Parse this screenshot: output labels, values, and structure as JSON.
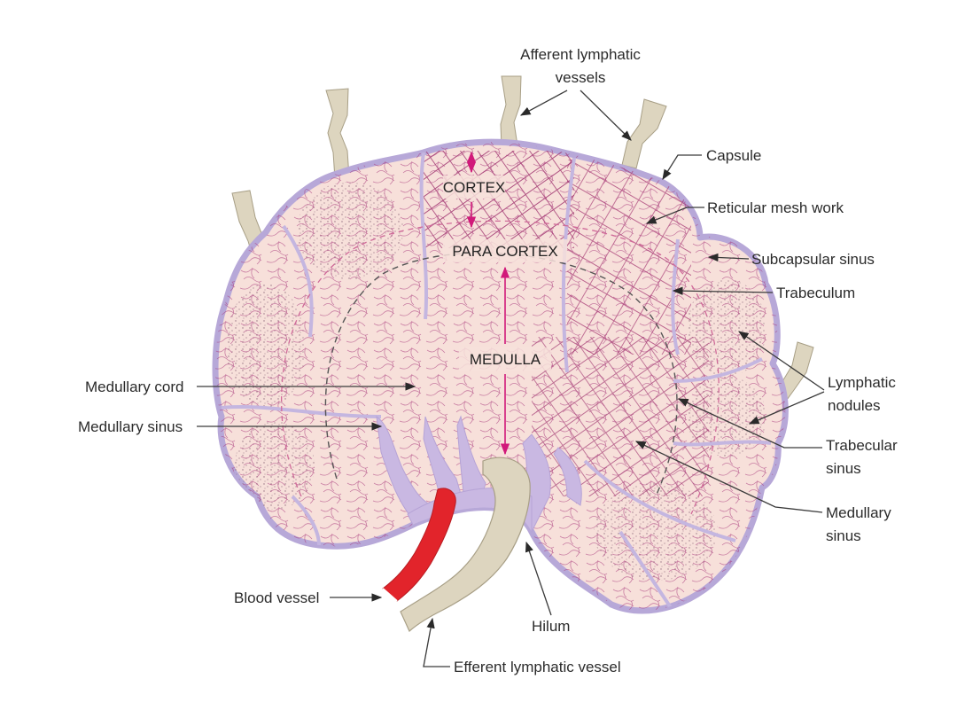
{
  "labels": {
    "afferent_1": "Afferent lymphatic",
    "afferent_2": "vessels",
    "capsule": "Capsule",
    "reticular": "Reticular mesh work",
    "subcapsular": "Subcapsular sinus",
    "trabeculum": "Trabeculum",
    "lymphatic_1": "Lymphatic",
    "lymphatic_2": "nodules",
    "trabecular_sinus_1": "Trabecular",
    "trabecular_sinus_2": "sinus",
    "medullary_sinus_r1": "Medullary",
    "medullary_sinus_r2": "sinus",
    "medullary_cord": "Medullary cord",
    "medullary_sinus_l": "Medullary sinus",
    "blood_vessel": "Blood vessel",
    "hilum": "Hilum",
    "efferent": "Efferent lymphatic vessel"
  },
  "zones": {
    "cortex": "CORTEX",
    "paracortex": "PARA CORTEX",
    "medulla": "MEDULLA"
  },
  "colors": {
    "capsule": "#b7a8d8",
    "tissue": "#f7e0da",
    "mesh": "#a2306e",
    "vessel": "#ddd5bf",
    "blood": "#e2242b",
    "sinus": "#c9b8e2",
    "magenta_arrow": "#d1197a"
  }
}
